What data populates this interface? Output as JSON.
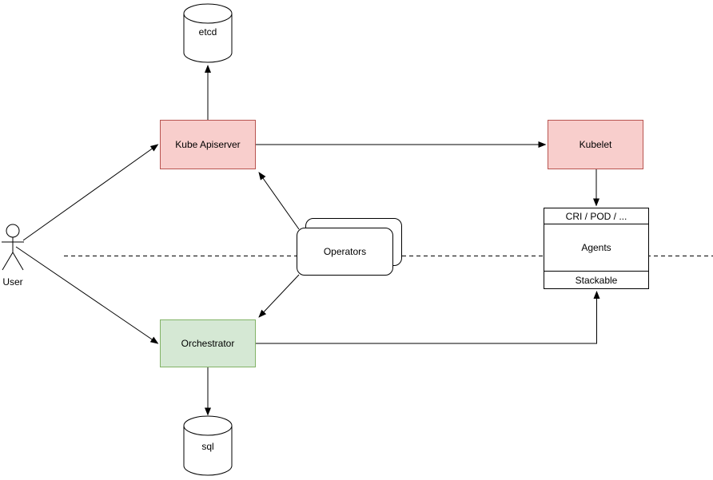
{
  "nodes": {
    "user": "User",
    "etcd": "etcd",
    "kube_apiserver": "Kube Apiserver",
    "kubelet": "Kubelet",
    "operators": "Operators",
    "orchestrator": "Orchestrator",
    "sql": "sql",
    "agents_stack": {
      "top": "CRI / POD / ...",
      "middle": "Agents",
      "bottom": "Stackable"
    }
  },
  "edges": [
    {
      "from": "User",
      "to": "Kube Apiserver",
      "arrow": true
    },
    {
      "from": "User",
      "to": "Orchestrator",
      "arrow": true
    },
    {
      "from": "Kube Apiserver",
      "to": "etcd",
      "arrow": true
    },
    {
      "from": "Kube Apiserver",
      "to": "Kubelet",
      "arrow": true
    },
    {
      "from": "Kubelet",
      "to": "CRI / POD / ...",
      "arrow": true
    },
    {
      "from": "Operators",
      "to": "Kube Apiserver",
      "arrow": true
    },
    {
      "from": "Operators",
      "to": "Orchestrator",
      "arrow": true
    },
    {
      "from": "Orchestrator",
      "to": "sql",
      "arrow": true
    },
    {
      "from": "Orchestrator",
      "to": "Stackable",
      "arrow": true
    }
  ],
  "separator": {
    "style": "dashed",
    "orientation": "horizontal"
  },
  "colors": {
    "node_red_fill": "#f8cecc",
    "node_red_border": "#b85450",
    "node_green_fill": "#d5e8d4",
    "node_green_border": "#82b366",
    "shape_fill": "#ffffff",
    "line": "#000000",
    "background": "#ffffff"
  }
}
